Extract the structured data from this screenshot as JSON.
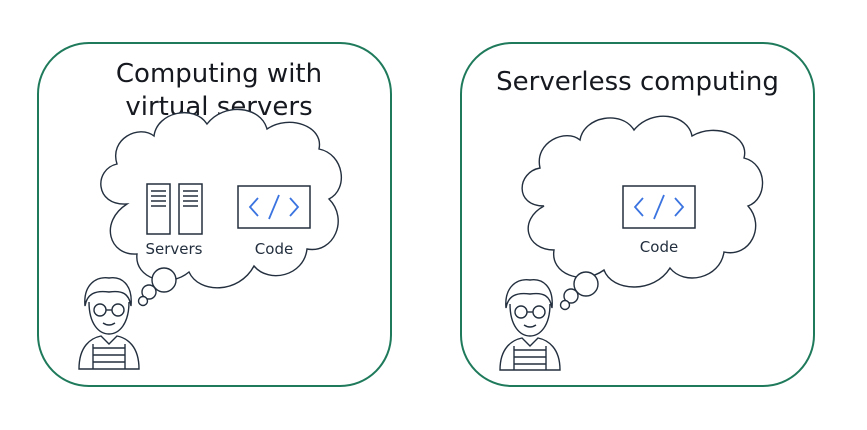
{
  "left_panel": {
    "title": "Computing with virtual servers",
    "servers_label": "Servers",
    "code_label": "Code",
    "icons": [
      "servers-icon",
      "code-icon",
      "developer-icon",
      "thought-cloud-icon"
    ]
  },
  "right_panel": {
    "title": "Serverless computing",
    "code_label": "Code",
    "icons": [
      "code-icon",
      "developer-icon",
      "thought-cloud-icon"
    ]
  },
  "colors": {
    "panel_border": "#1f7a5c",
    "code_bracket": "#3b74e0",
    "text": "#16191f",
    "line": "#232f3e"
  }
}
